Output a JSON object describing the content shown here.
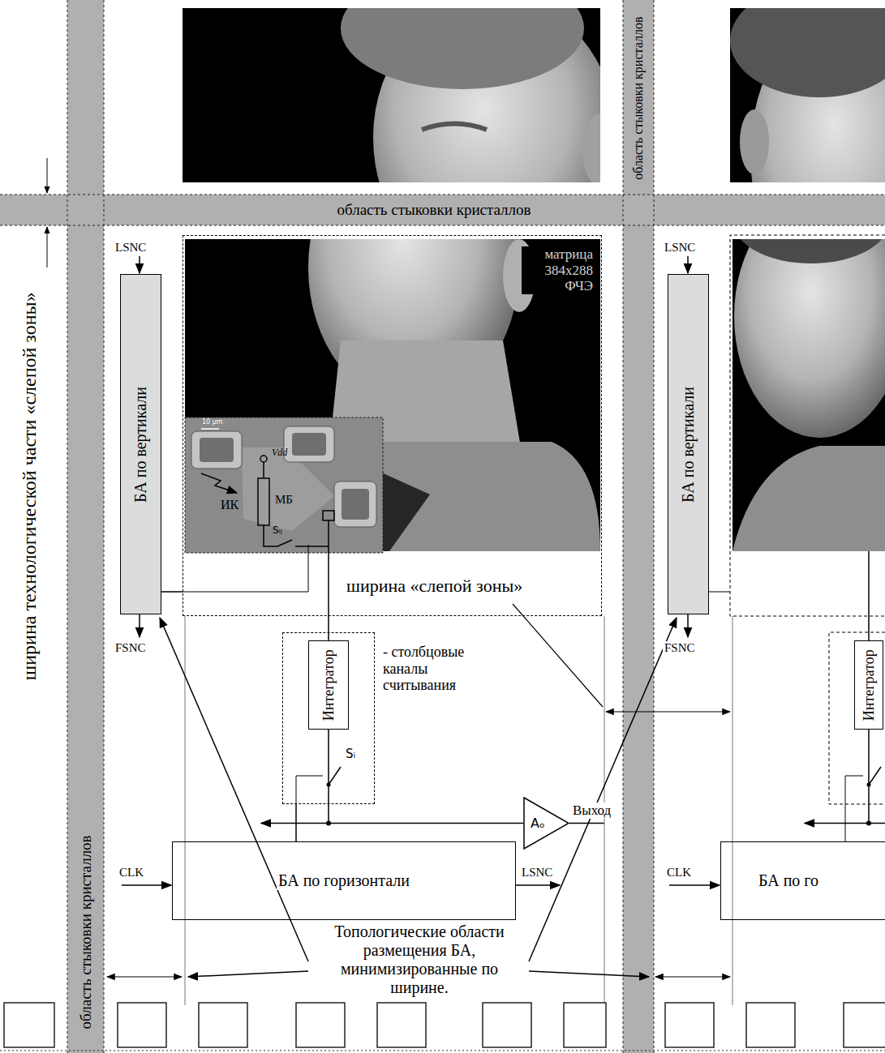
{
  "diagram": {
    "nodes": [
      {
        "text": [
          "область стыковки кристаллов"
        ]
      },
      {
        "text": [
          "область стыковки кристаллов"
        ]
      },
      {
        "text": [
          "область стыковки кристаллов"
        ]
      },
      {
        "text": [
          "БА по вертикали"
        ]
      },
      {
        "text": [
          "матрица 384x288 ФЧЭ"
        ]
      },
      {
        "text": [
          "- столбцовые каналы считывания"
        ]
      },
      {
        "text": [
          "Интегратор"
        ],
        "in": 5
      },
      {
        "text": [
          "Aₒ"
        ]
      },
      {
        "text": [
          "БА по горизонтали"
        ]
      },
      {
        "text": [
          "БА по вертикали"
        ]
      },
      {
        "text": [
          "Интегратор"
        ]
      },
      {
        "text": [
          "БА по го"
        ]
      }
    ],
    "edges": [
      {
        "from": 3,
        "to": 4,
        "arrow": "none"
      },
      {
        "from": 6,
        "to": 4,
        "arrow": "none"
      },
      {
        "from": 6,
        "to": 7,
        "arrow": "none"
      },
      {
        "from": 8,
        "to": 5,
        "arrow": "none"
      }
    ],
    "labels": [
      "ширина технологической части «слепой зоны»",
      "LSNC",
      "10 μm",
      "ИК",
      "Vdd",
      "МБ",
      "Sᵢⱼ",
      "ширина «слепой зоны»",
      "FSNC",
      "Sᵢ",
      "Выход",
      "CLK",
      "LSNC",
      "Топологические области размещения БА, минимизированные по ширине.",
      "LSNC",
      "FSNC",
      "CLK"
    ]
  }
}
